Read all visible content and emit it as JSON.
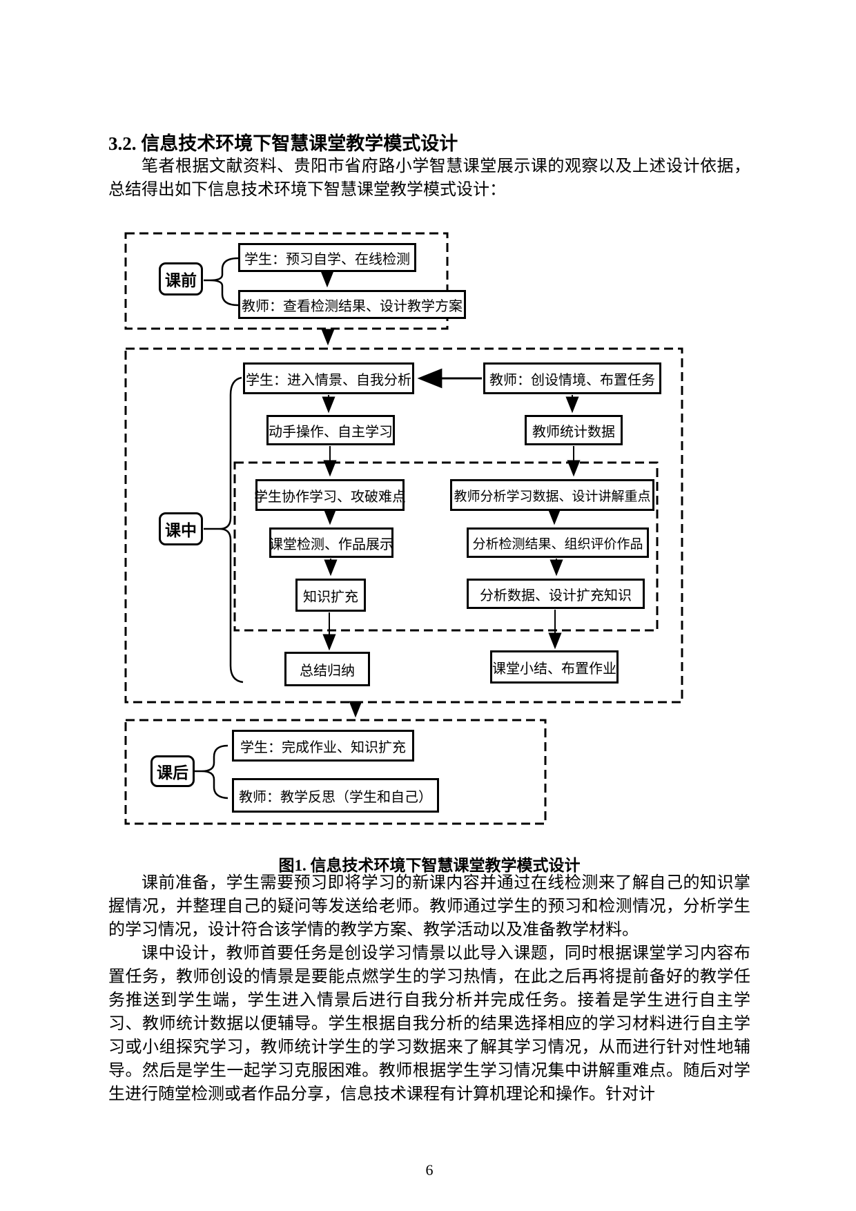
{
  "document": {
    "section_heading": "3.2. 信息技术环境下智慧课堂教学模式设计",
    "intro_paragraph": "笔者根据文献资料、贵阳市省府路小学智慧课堂展示课的观察以及上述设计依据，总结得出如下信息技术环境下智慧课堂教学模式设计：",
    "figure_caption": "图1. 信息技术环境下智慧课堂教学模式设计",
    "paragraph_pre_class": "课前准备，学生需要预习即将学习的新课内容并通过在线检测来了解自己的知识掌握情况，并整理自己的疑问等发送给老师。教师通过学生的预习和检测情况，分析学生的学习情况，设计符合该学情的教学方案、教学活动以及准备教学材料。",
    "paragraph_in_class": "课中设计，教师首要任务是创设学习情景以此导入课题，同时根据课堂学习内容布置任务，教师创设的情景是要能点燃学生的学习热情，在此之后再将提前备好的教学任务推送到学生端，学生进入情景后进行自我分析并完成任务。接着是学生进行自主学习、教师统计数据以便辅导。学生根据自我分析的结果选择相应的学习材料进行自主学习或小组探究学习，教师统计学生的学习数据来了解其学习情况，从而进行针对性地辅导。然后是学生一起学习克服困难。教师根据学生学习情况集中讲解重难点。随后对学生进行随堂检测或者作品分享，信息技术课程有计算机理论和操作。针对计",
    "page_number": "6"
  },
  "flowchart": {
    "stage_pre": "课前",
    "stage_mid": "课中",
    "stage_post": "课后",
    "pre_student": "学生：预习自学、在线检测",
    "pre_teacher": "教师：查看检测结果、设计教学方案",
    "mid_student_enter": "学生：进入情景、自我分析",
    "mid_teacher_create": "教师：创设情境、布置任务",
    "mid_hands_on": "动手操作、自主学习",
    "mid_teacher_stats": "教师统计数据",
    "mid_student_collab": "学生协作学习、攻破难点",
    "mid_teacher_analyze": "教师分析学习数据、设计讲解重点",
    "mid_class_test": "课堂检测、作品展示",
    "mid_analyze_results": "分析检测结果、组织评价作品",
    "mid_knowledge_expand": "知识扩充",
    "mid_analyze_data": "分析数据、设计扩充知识",
    "mid_summarize": "总结归纳",
    "mid_class_summary": "课堂小结、布置作业",
    "post_student": "学生：完成作业、知识扩充",
    "post_teacher": "教师：教学反思（学生和自己）"
  }
}
